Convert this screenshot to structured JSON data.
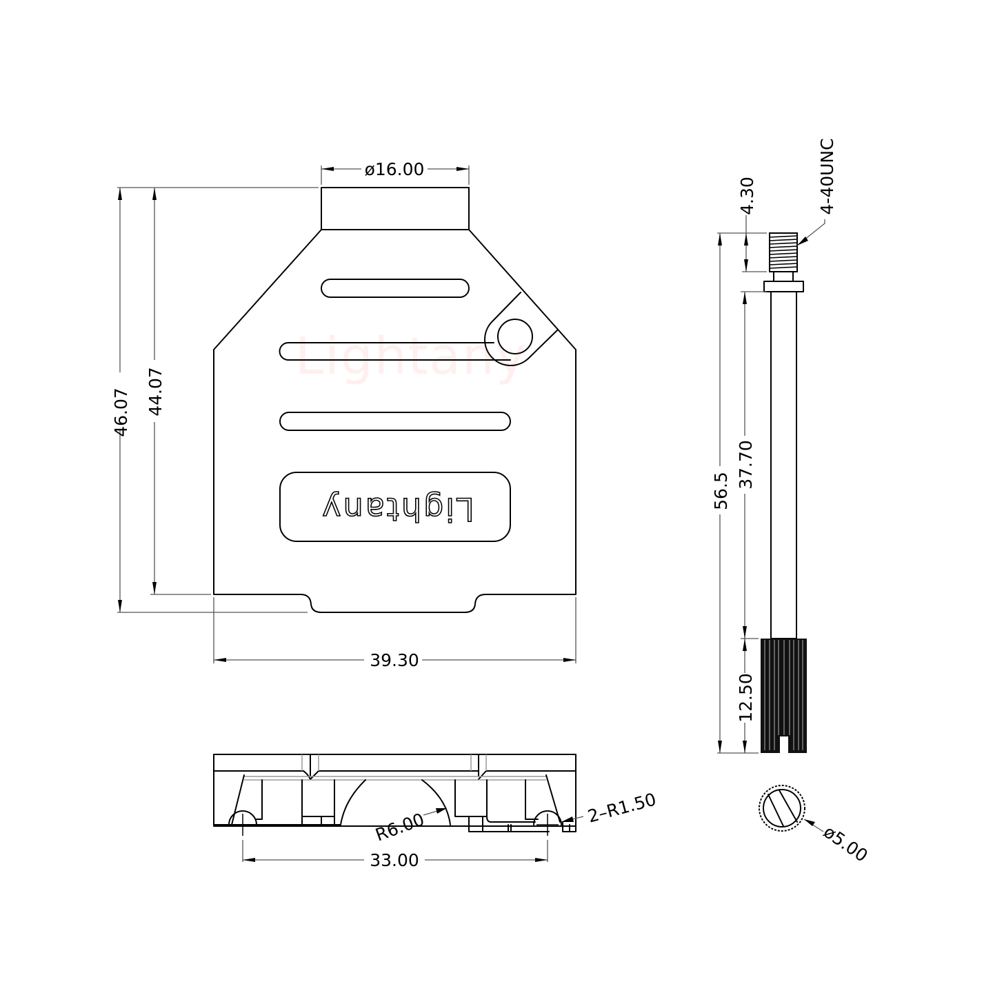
{
  "drawing": {
    "type": "engineering-drawing",
    "subject": "D-sub connector backshell hood with thumbscrew",
    "brand_logo_text": "Lightany",
    "watermark_text": "Lightany",
    "colors": {
      "line": "#000000",
      "dimension_line": "#555555",
      "hidden_line": "#9a9a9a",
      "watermark": "#ff4b4b",
      "background": "#ffffff"
    }
  },
  "front_view": {
    "dimensions": {
      "cable_exit_diameter": "ø16.00",
      "overall_height": "46.07",
      "body_height": "44.07",
      "overall_width": "39.30"
    }
  },
  "bottom_view": {
    "dimensions": {
      "center_radius": "R6.00",
      "corner_radius": "2–R1.50",
      "hole_spacing": "33.00"
    }
  },
  "screw_view": {
    "dimensions": {
      "thread_spec": "4-40UNC",
      "thread_length": "4.30",
      "total_length": "56.5",
      "shaft_length": "37.70",
      "knob_length": "12.50",
      "knob_diameter": "ø5.00"
    }
  }
}
